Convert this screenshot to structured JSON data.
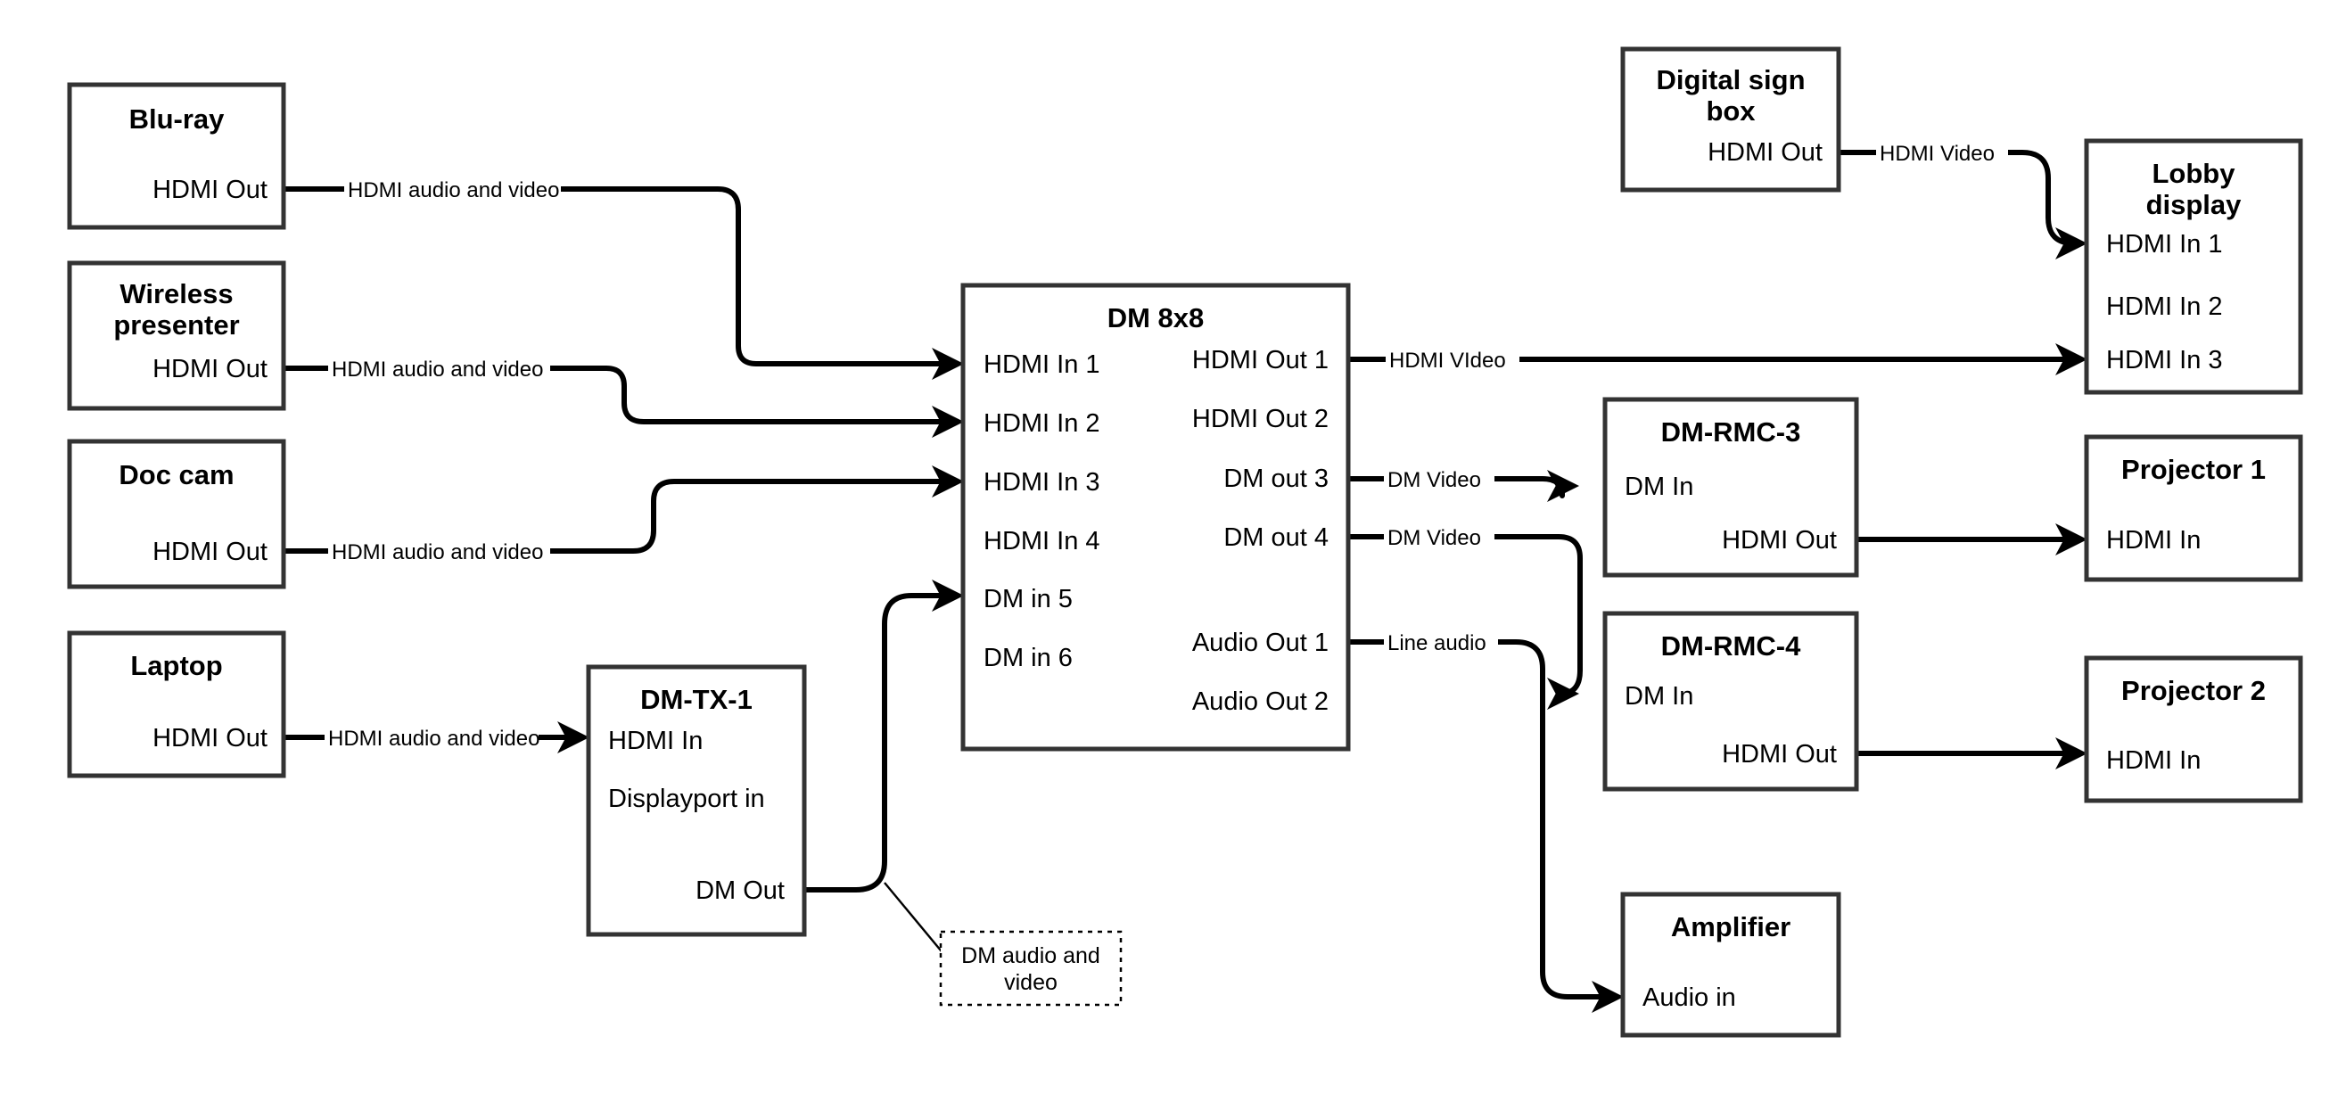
{
  "diagram": {
    "title": "AV signal flow diagram",
    "background_color": "#ffffff",
    "line_color": "#000000",
    "box_border_color": "#333333"
  },
  "nodes": {
    "bluray": {
      "title": "Blu-ray",
      "ports": [
        "HDMI Out"
      ]
    },
    "wireless": {
      "title": "Wireless",
      "title2": "presenter",
      "ports": [
        "HDMI Out"
      ]
    },
    "doccam": {
      "title": "Doc cam",
      "ports": [
        "HDMI Out"
      ]
    },
    "laptop": {
      "title": "Laptop",
      "ports": [
        "HDMI Out"
      ]
    },
    "dmtx1": {
      "title": "DM-TX-1",
      "ports": [
        "HDMI In",
        "Displayport in",
        "DM Out"
      ]
    },
    "dm8x8": {
      "title": "DM 8x8",
      "inputs": [
        "HDMI In 1",
        "HDMI In 2",
        "HDMI In 3",
        "HDMI In 4",
        "DM in 5",
        "DM in 6"
      ],
      "outputs": [
        "HDMI Out 1",
        "HDMI Out 2",
        "DM out 3",
        "DM out 4",
        "Audio Out 1",
        "Audio Out 2"
      ]
    },
    "digitalsign": {
      "title": "Digital sign",
      "title2": "box",
      "ports": [
        "HDMI Out"
      ]
    },
    "lobby": {
      "title": "Lobby",
      "title2": "display",
      "ports": [
        "HDMI In 1",
        "HDMI In 2",
        "HDMI In 3"
      ]
    },
    "rmc3": {
      "title": "DM-RMC-3",
      "ports": [
        "DM In",
        "HDMI Out"
      ]
    },
    "rmc4": {
      "title": "DM-RMC-4",
      "ports": [
        "DM In",
        "HDMI Out"
      ]
    },
    "projector1": {
      "title": "Projector 1",
      "ports": [
        "HDMI In"
      ]
    },
    "projector2": {
      "title": "Projector 2",
      "ports": [
        "HDMI In"
      ]
    },
    "amplifier": {
      "title": "Amplifier",
      "ports": [
        "Audio in"
      ]
    }
  },
  "edge_labels": {
    "bluray_to_dm": "HDMI audio and video",
    "wireless_to_dm": "HDMI audio and video",
    "doccam_to_dm": "HDMI audio and video",
    "laptop_to_tx": "HDMI audio and video",
    "sign_to_lobby": "HDMI Video",
    "dm_out1_to_lobby": "HDMI VIdeo",
    "dm_out3_to_rmc3": "DM Video",
    "dm_out4_to_rmc4": "DM Video",
    "dm_audio1_to_amp": "Line audio"
  },
  "callout": {
    "line1": "DM audio and",
    "line2": "video"
  }
}
